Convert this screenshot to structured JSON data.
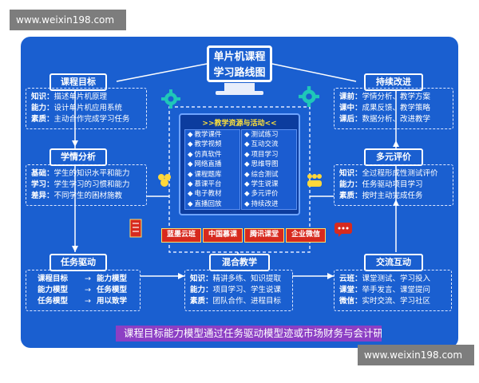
{
  "watermark_top": "www.weixin198.com",
  "watermark_bottom": "www.weixin198.com",
  "title_line1": "单片机课程",
  "title_line2": "学习路线图",
  "goal": {
    "head": "课程目标",
    "rows": [
      {
        "k": "知识：",
        "v": "描述单片机原理"
      },
      {
        "k": "能力：",
        "v": "设计单片机应用系统"
      },
      {
        "k": "素质：",
        "v": "主动合作完成学习任务"
      }
    ]
  },
  "analysis": {
    "head": "学情分析",
    "rows": [
      {
        "k": "基础：",
        "v": "学生的知识水平和能力"
      },
      {
        "k": "学习：",
        "v": "学生学习的习惯和能力"
      },
      {
        "k": "差异：",
        "v": "不同学生的困材施教"
      }
    ]
  },
  "task": {
    "head": "任务驱动",
    "rows": [
      {
        "a": "课程目标",
        "arrow": "→",
        "b": "能力模型"
      },
      {
        "a": "能力模型",
        "arrow": "→",
        "b": "任务模型"
      },
      {
        "a": "任务模型",
        "arrow": "→",
        "b": "用以致学"
      }
    ]
  },
  "mixed": {
    "head": "混合教学",
    "rows": [
      {
        "k": "知识：",
        "v": "精讲多练、知识提取"
      },
      {
        "k": "能力：",
        "v": "项目学习、学生说课"
      },
      {
        "k": "素质：",
        "v": "团队合作、进程目标"
      }
    ]
  },
  "interact": {
    "head": "交流互动",
    "rows": [
      {
        "k": "云班：",
        "v": "课堂测试、学习投入"
      },
      {
        "k": "课堂：",
        "v": "举手发言、课堂提问"
      },
      {
        "k": "微信：",
        "v": "实时交流、学习社区"
      }
    ]
  },
  "evaluate": {
    "head": "多元评价",
    "rows": [
      {
        "k": "知识：",
        "v": "全过程形成性测试评价"
      },
      {
        "k": "能力：",
        "v": "任务驱动项目学习"
      },
      {
        "k": "素质：",
        "v": "按时主动完成任务"
      }
    ]
  },
  "improve": {
    "head": "持续改进",
    "rows": [
      {
        "k": "课前：",
        "v": "学情分析、教学方案"
      },
      {
        "k": "课中：",
        "v": "成果反馈、教学策略"
      },
      {
        "k": "课后：",
        "v": "数据分析、改进教学"
      }
    ]
  },
  "resources": {
    "title": ">>教学资源与活动<<",
    "left": [
      "教学课件",
      "教学视频",
      "仿真软件",
      "网络直播",
      "课程题库",
      "慕课平台",
      "电子教材",
      "直播回放"
    ],
    "right": [
      "测试练习",
      "互动交流",
      "项目学习",
      "思维导图",
      "综合测试",
      "学生说课",
      "多元评价",
      "持续改进"
    ],
    "bullet": "◆"
  },
  "platforms": [
    "蓝墨云班",
    "中国慕课",
    "腾讯课堂",
    "企业微信"
  ],
  "caption": "课程目标能力模型通过任务驱动模型迹或市场财务与会计研究",
  "colors": {
    "board": "#1a5fd0",
    "panel": "#0c3c9e",
    "platform": "#d72a1e",
    "caption": "#8c3fc4",
    "accent": "#ffe23a",
    "icon_gear": "#1fc7b8",
    "icon_people": "#ffd83a"
  },
  "icons": [
    "gear-icon",
    "people-icon",
    "checklist-icon",
    "chat-icon",
    "monitor-icon"
  ]
}
